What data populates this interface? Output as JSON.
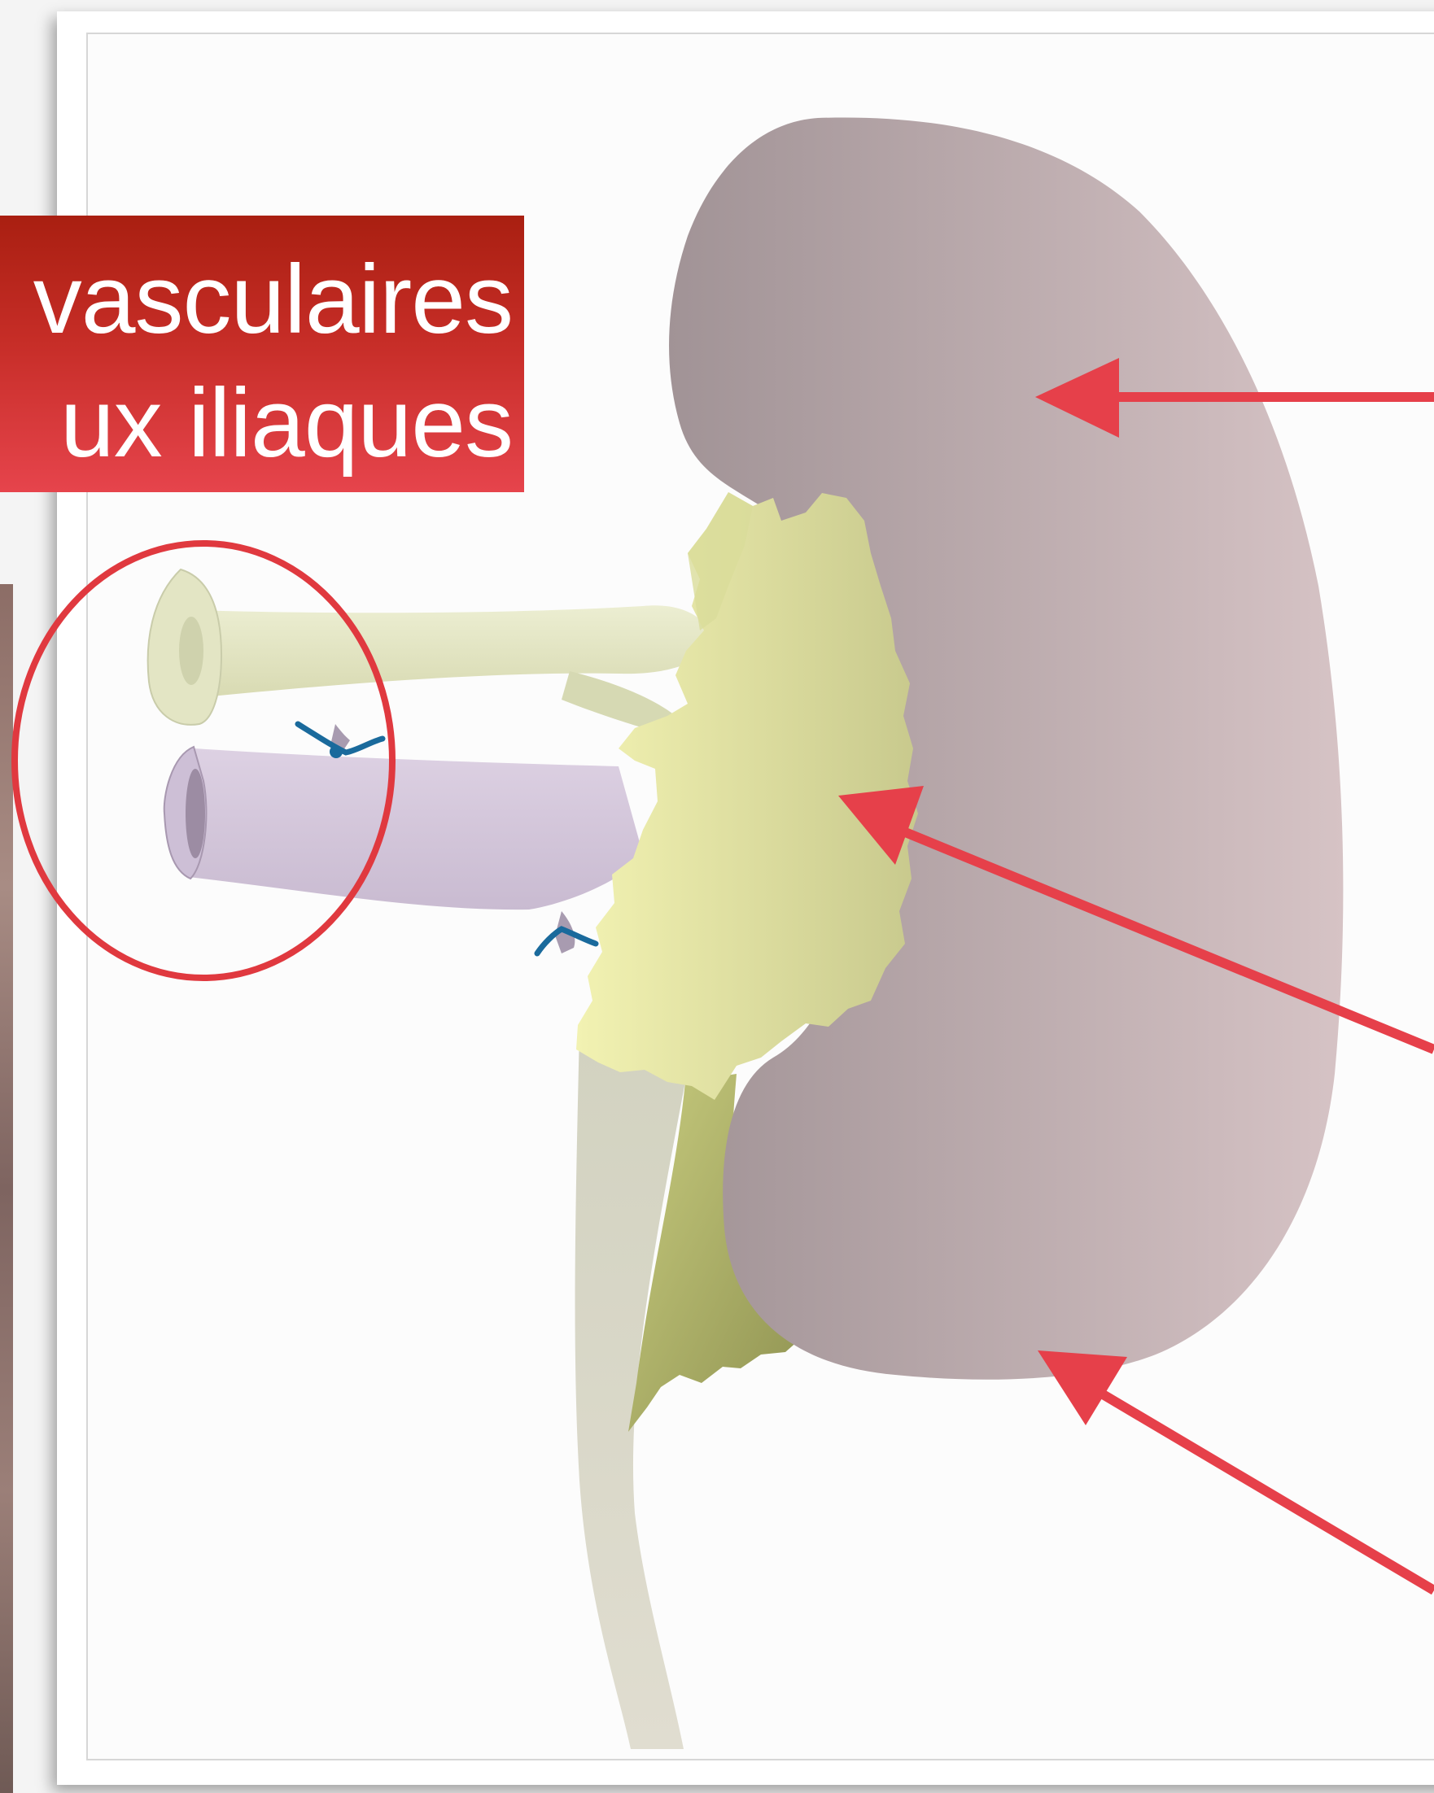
{
  "title": {
    "line1": "vasculaires",
    "line2": "ux iliaques"
  },
  "colors": {
    "accent_red": "#e6404a",
    "title_bg_top": "#a91f11",
    "title_bg_bottom": "#e6444c",
    "kidney": "#b3a1a3",
    "fat_yellow": "#e6e6a6",
    "artery_stump": "#e2e4c1",
    "vein": "#d3c6da",
    "ureter": "#d8d6c6",
    "ligature_blue": "#1a6a9c"
  },
  "icons": [
    "ligature-icon",
    "arrow-icon",
    "circle-highlight"
  ]
}
